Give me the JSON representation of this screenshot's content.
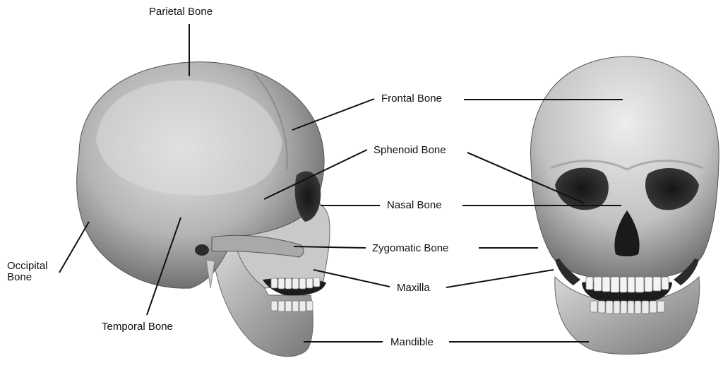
{
  "labels": {
    "parietal": "Parietal Bone",
    "frontal": "Frontal Bone",
    "sphenoid": "Sphenoid Bone",
    "nasal": "Nasal Bone",
    "zygomatic": "Zygomatic Bone",
    "maxilla": "Maxilla",
    "mandible": "Mandible",
    "temporal": "Temporal Bone",
    "occipital_line1": "Occipital",
    "occipital_line2": "Bone"
  },
  "colors": {
    "bone_light": "#ececec",
    "bone_mid": "#bdbdbd",
    "bone_dark": "#555555",
    "line": "#111111"
  }
}
